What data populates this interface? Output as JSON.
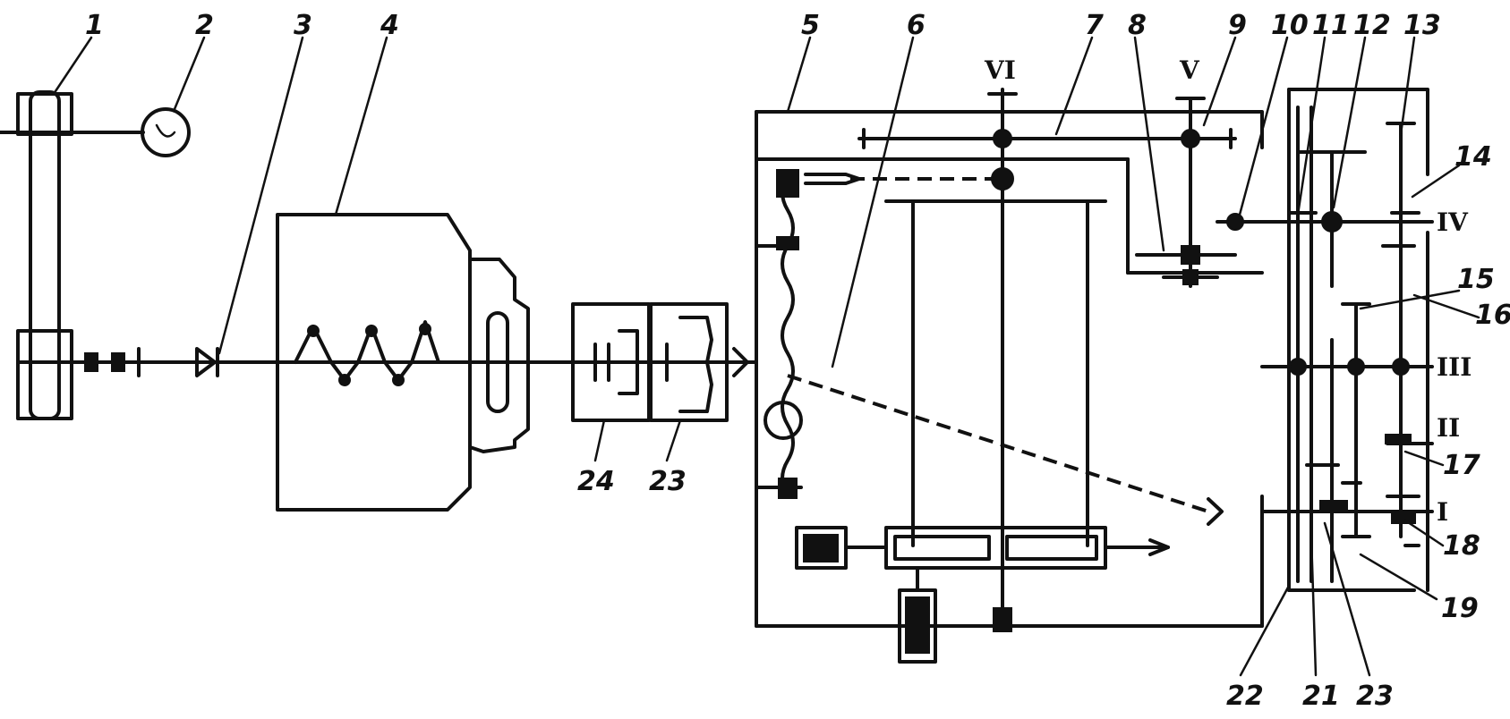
{
  "diagram": {
    "part_labels": [
      "1",
      "2",
      "3",
      "4",
      "5",
      "6",
      "7",
      "8",
      "9",
      "10",
      "11",
      "12",
      "13",
      "14",
      "15",
      "16",
      "17",
      "18",
      "19",
      "22",
      "21",
      "23",
      "24",
      "23"
    ],
    "shaft_labels": [
      "VI",
      "V",
      "IV",
      "III",
      "II",
      "I"
    ]
  }
}
